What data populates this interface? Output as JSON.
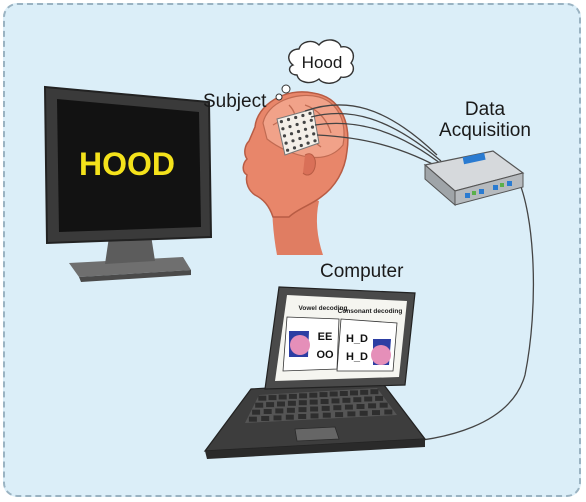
{
  "labels": {
    "subject": "Subject",
    "data_acquisition_line1": "Data",
    "data_acquisition_line2": "Acquisition",
    "computer": "Computer"
  },
  "thought_bubble": {
    "word": "Hood"
  },
  "monitor": {
    "word": "HOOD",
    "word_color": "#f4e21b",
    "screen_color": "#121212"
  },
  "laptop_screen": {
    "left_panel_title": "Vowel decoding",
    "right_panel_title": "Consonant decoding",
    "vowel_line1": "EE",
    "vowel_line2": "OO",
    "consonant_line1": "H_D",
    "consonant_line2": "H_D"
  },
  "colors": {
    "background": "#dbeef8",
    "border": "#9ab3c2",
    "skin": "#e8866a",
    "brain": "#f1a289",
    "cable": "#444444",
    "daq_accent": "#2a7bd1"
  }
}
